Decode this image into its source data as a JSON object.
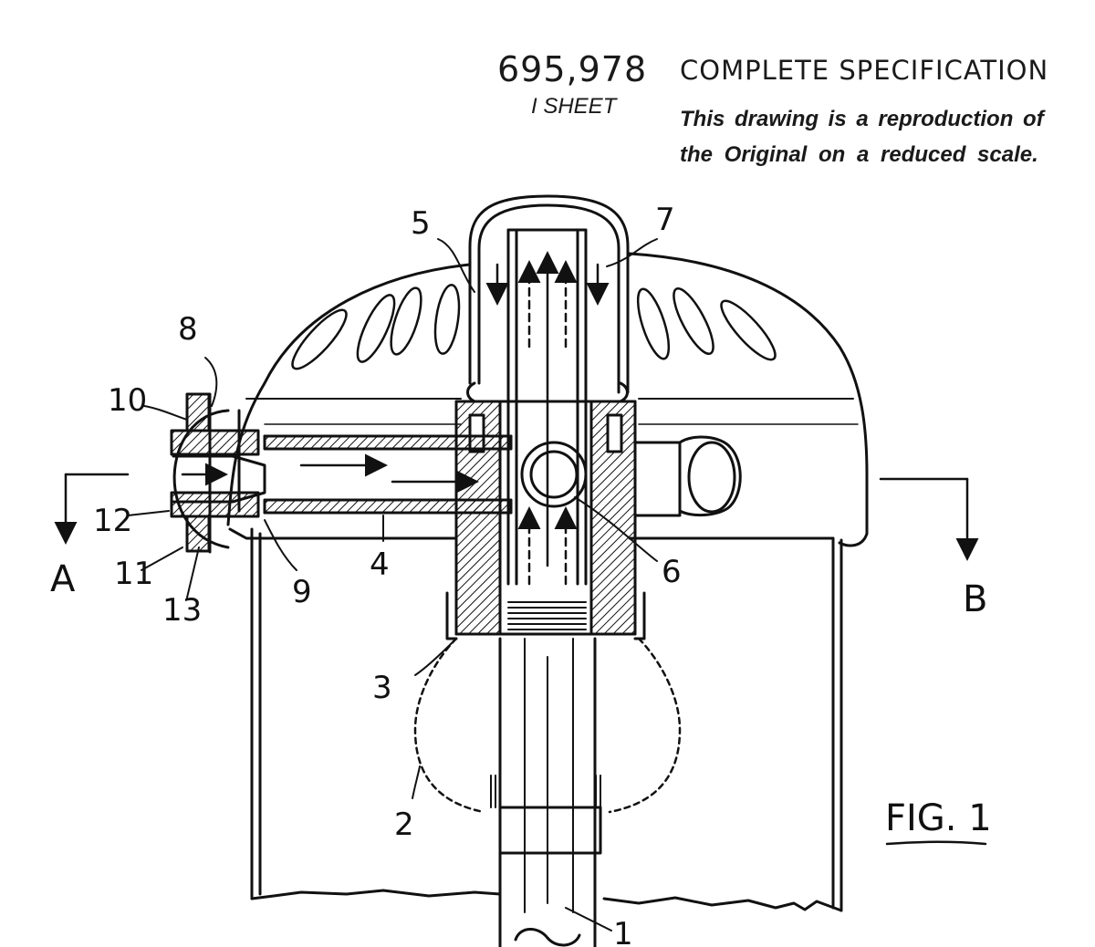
{
  "header": {
    "patent_number": "695,978",
    "sheet_count": "I SHEET",
    "title": "COMPLETE SPECIFICATION",
    "note_line1": "This drawing is a reproduction of",
    "note_line2": "the Original on a reduced scale."
  },
  "figure": {
    "label": "FIG. 1",
    "section_labels": [
      "A",
      "B"
    ],
    "reference_numerals": [
      "1",
      "2",
      "3",
      "4",
      "5",
      "6",
      "7",
      "8",
      "9",
      "10",
      "11",
      "12",
      "13"
    ]
  }
}
